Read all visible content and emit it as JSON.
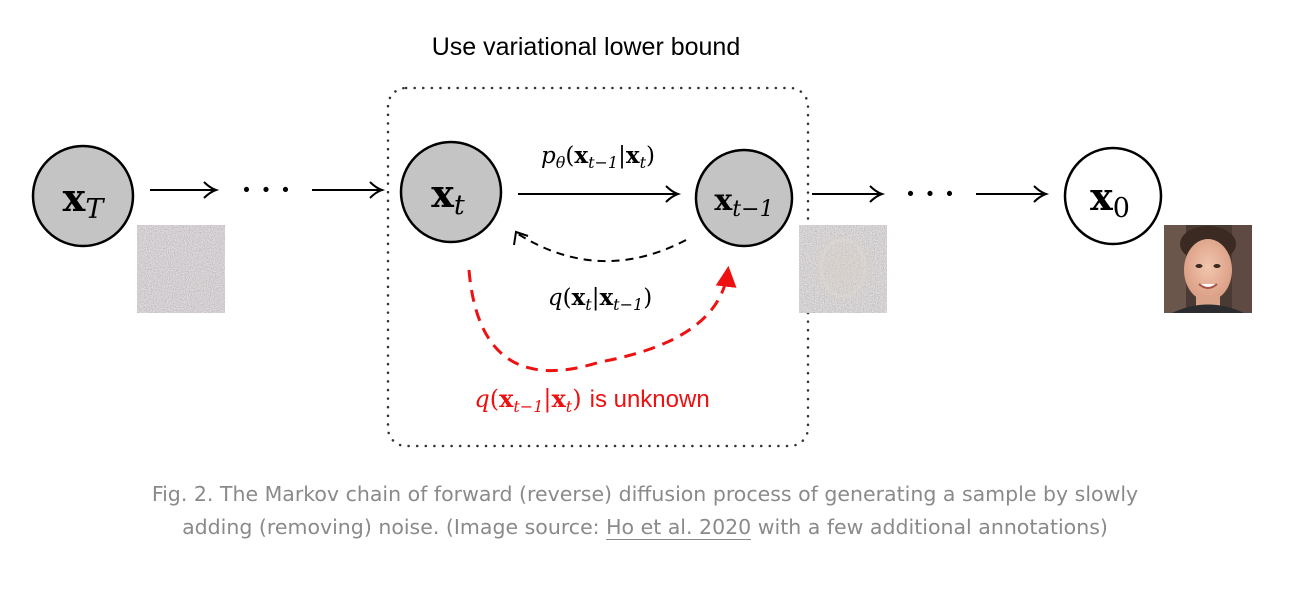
{
  "diagram": {
    "box_title": "Use variational lower bound",
    "nodes": {
      "xT": {
        "bold": "x",
        "sub": "T"
      },
      "xt": {
        "bold": "x",
        "sub": "t"
      },
      "xt1": {
        "bold": "x",
        "sub": "t−1"
      },
      "x0": {
        "bold": "x",
        "sub": "0"
      }
    },
    "dots": "· · ·",
    "labels": {
      "p_theta": {
        "fn": "p",
        "fn_sub": "θ",
        "a": "x",
        "a_sub": "t−1",
        "b": "x",
        "b_sub": "t"
      },
      "q_forward": {
        "fn": "q",
        "a": "x",
        "a_sub": "t",
        "b": "x",
        "b_sub": "t−1"
      },
      "q_reverse": {
        "fn": "q",
        "a": "x",
        "a_sub": "t−1",
        "b": "x",
        "b_sub": "t",
        "suffix": "is unknown"
      }
    },
    "colors": {
      "node_fill": "#c4c4c4",
      "node_stroke": "#000000",
      "red": "#ee1111",
      "dotted_box": "#333333"
    }
  },
  "caption": {
    "before_link": "Fig. 2. The Markov chain of forward (reverse) diffusion process of generating a sample by slowly adding (removing) noise. (Image source: ",
    "link_text": "Ho et al. 2020",
    "after_link": " with a few additional annotations)"
  }
}
